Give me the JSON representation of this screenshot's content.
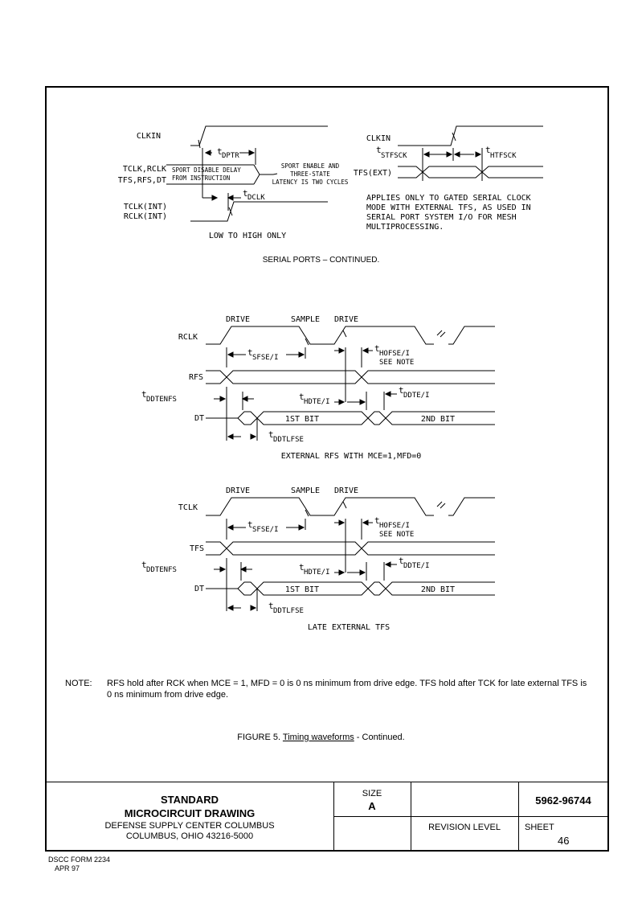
{
  "diagram1": {
    "clkin": "CLKIN",
    "t_dptr_t": "t",
    "t_dptr_sub": "DPTR",
    "tclk_rclk": "TCLK,RCLK",
    "tfs_rfs_dt": "TFS,RFS,DT",
    "sport_disable_1": "SPORT DISABLE DELAY",
    "sport_disable_2": "FROM INSTRUCTION",
    "sport_enable_1": "SPORT ENABLE AND",
    "sport_enable_2": "THREE-STATE",
    "sport_enable_3": "LATENCY IS TWO CYCLES",
    "t_dclk_t": "t",
    "t_dclk_sub": "DCLK",
    "tclk_int": "TCLK(INT)",
    "rclk_int": "RCLK(INT)",
    "low_to_high": "LOW TO HIGH ONLY"
  },
  "diagram2": {
    "clkin": "CLKIN",
    "t_stfsck_t": "t",
    "t_stfsck_sub": "STFSCK",
    "t_htfsck_t": "t",
    "t_htfsck_sub": "HTFSCK",
    "tfs_ext": "TFS(EXT)",
    "applies_1": "APPLIES ONLY TO GATED SERIAL CLOCK",
    "applies_2": "MODE WITH EXTERNAL TFS, AS USED IN",
    "applies_3": "SERIAL PORT SYSTEM I/O FOR MESH",
    "applies_4": "MULTIPROCESSING."
  },
  "caption_serial": "SERIAL PORTS – CONTINUED.",
  "diagram3": {
    "drive1": "DRIVE",
    "sample": "SAMPLE",
    "drive2": "DRIVE",
    "clock": "RCLK",
    "frame": "RFS",
    "dt": "DT",
    "t_sfse_sub": "SFSE/I",
    "t_hofse_sub": "HOFSE/I",
    "see_note": "SEE NOTE",
    "t_ddtenfs_sub": "DDTENFS",
    "t_hdte_sub": "HDTE/I",
    "t_ddte_sub": "DDTE/I",
    "bit1": "1ST BIT",
    "bit2": "2ND BIT",
    "t_ddtlfse_sub": "DDTLFSE",
    "t": "t",
    "caption": "EXTERNAL RFS WITH MCE=1,MFD=0"
  },
  "diagram4": {
    "drive1": "DRIVE",
    "sample": "SAMPLE",
    "drive2": "DRIVE",
    "clock": "TCLK",
    "frame": "TFS",
    "dt": "DT",
    "t_sfse_sub": "SFSE/I",
    "t_hofse_sub": "HOFSE/I",
    "see_note": "SEE NOTE",
    "t_ddtenfs_sub": "DDTENFS",
    "t_hdte_sub": "HDTE/I",
    "t_ddte_sub": "DDTE/I",
    "bit1": "1ST BIT",
    "bit2": "2ND BIT",
    "t_ddtlfse_sub": "DDTLFSE",
    "t": "t",
    "caption": "LATE EXTERNAL TFS"
  },
  "note": {
    "label": "NOTE:",
    "text": "RFS hold after RCK when MCE = 1, MFD = 0 is 0 ns minimum from drive edge.  TFS hold after TCK for late external TFS is 0 ns minimum from drive edge."
  },
  "figure": {
    "prefix": "FIGURE 5.",
    "underlined": "Timing waveforms",
    "suffix": " - Continued."
  },
  "title_block": {
    "standard": "STANDARD",
    "microcircuit": "MICROCIRCUIT DRAWING",
    "dscc": "DEFENSE SUPPLY CENTER COLUMBUS",
    "address": "COLUMBUS, OHIO 43216-5000",
    "size_label": "SIZE",
    "size_value": "A",
    "drawing_number": "5962-96744",
    "revision_label": "REVISION LEVEL",
    "sheet_label": "SHEET",
    "sheet_value": "46"
  },
  "footer": {
    "form": "DSCC FORM 2234",
    "date": "APR 97"
  }
}
